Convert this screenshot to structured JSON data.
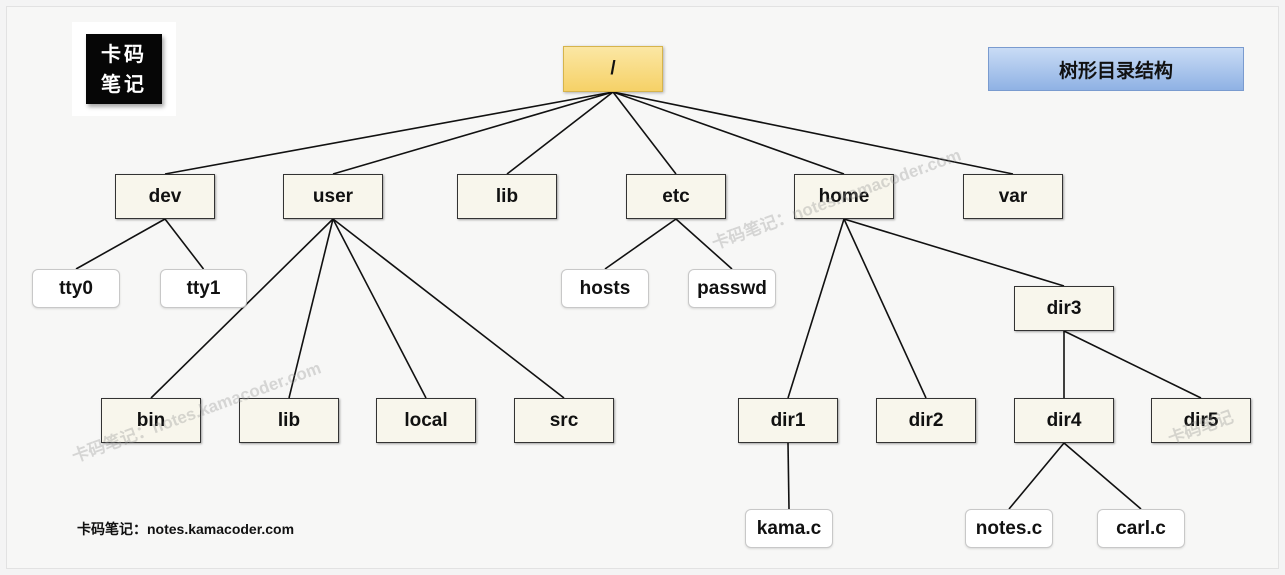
{
  "title": "树形目录结构",
  "logo": {
    "line1": "卡码",
    "line2": "笔记"
  },
  "footer": "卡码笔记：notes.kamacoder.com",
  "watermarks": [
    "卡码笔记：notes.kamacoder.com",
    "卡码笔记：notes.kamacoder.com",
    "卡码笔记"
  ],
  "nodes": {
    "root": "/",
    "dev": "dev",
    "user": "user",
    "lib": "lib",
    "etc": "etc",
    "home": "home",
    "var": "var",
    "tty0": "tty0",
    "tty1": "tty1",
    "hosts": "hosts",
    "passwd": "passwd",
    "bin": "bin",
    "user_lib": "lib",
    "local": "local",
    "src": "src",
    "dir1": "dir1",
    "dir2": "dir2",
    "dir3": "dir3",
    "dir4": "dir4",
    "dir5": "dir5",
    "kama_c": "kama.c",
    "notes_c": "notes.c",
    "carl_c": "carl.c"
  },
  "colors": {
    "root": "#f6d167",
    "title": "#8fb2e4",
    "dir_fill": "#f8f6ec"
  }
}
